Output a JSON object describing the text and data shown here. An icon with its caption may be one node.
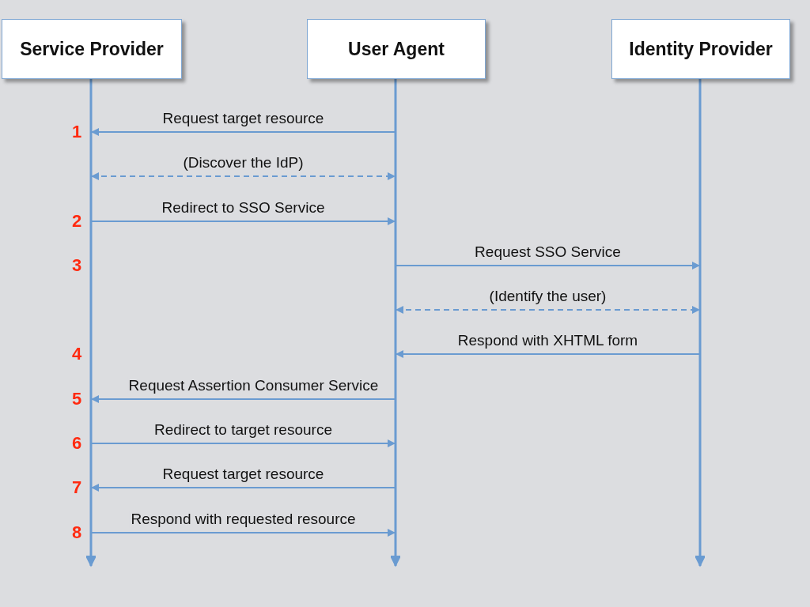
{
  "diagram": {
    "nodes": [
      {
        "text": [
          "Service Provider"
        ]
      },
      {
        "text": [
          "User Agent"
        ]
      },
      {
        "text": [
          "Identity Provider"
        ]
      }
    ],
    "edges": [
      {
        "from": 1,
        "to": 0,
        "arrow": "to",
        "label": "Request target resource"
      },
      {
        "from": 0,
        "to": 1,
        "arrow": "both",
        "style": "dashed",
        "label": "(Discover the IdP)"
      },
      {
        "from": 0,
        "to": 1,
        "arrow": "to",
        "label": "Redirect to SSO Service"
      },
      {
        "from": 1,
        "to": 2,
        "arrow": "to",
        "label": "Request SSO Service"
      },
      {
        "from": 1,
        "to": 2,
        "arrow": "both",
        "style": "dashed",
        "label": "(Identify the user)"
      },
      {
        "from": 2,
        "to": 1,
        "arrow": "to",
        "label": "Respond with XHTML form"
      },
      {
        "from": 1,
        "to": 0,
        "arrow": "to",
        "label": "Request Assertion Consumer Service"
      },
      {
        "from": 0,
        "to": 1,
        "arrow": "to",
        "label": "Redirect to target resource"
      },
      {
        "from": 1,
        "to": 0,
        "arrow": "to",
        "label": "Request target resource"
      },
      {
        "from": 0,
        "to": 1,
        "arrow": "to",
        "label": "Respond with requested resource"
      }
    ],
    "labels": [
      "1",
      "2",
      "3",
      "4",
      "5",
      "6",
      "7",
      "8"
    ]
  }
}
